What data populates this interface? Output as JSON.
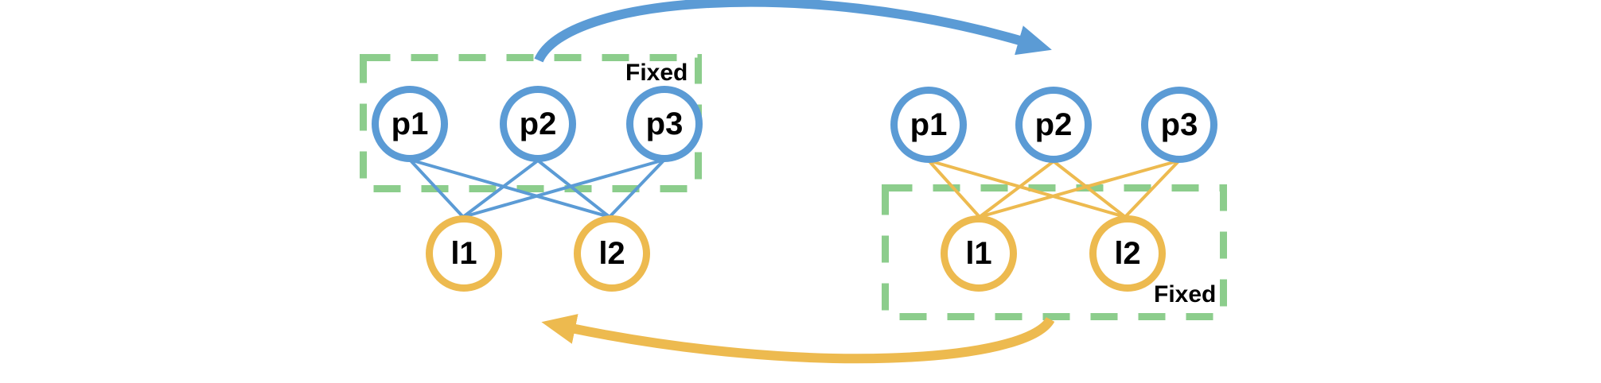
{
  "colors": {
    "node_blue": "#5B9BD5",
    "node_gold": "#EDBA4F",
    "box_green": "#8CCD8C",
    "label_text": "#000000",
    "background": "#FFFFFF"
  },
  "left_group": {
    "fixed_label": "Fixed",
    "p_nodes": [
      "p1",
      "p2",
      "p3"
    ],
    "l_nodes": [
      "l1",
      "l2"
    ]
  },
  "right_group": {
    "fixed_label": "Fixed",
    "p_nodes": [
      "p1",
      "p2",
      "p3"
    ],
    "l_nodes": [
      "l1",
      "l2"
    ]
  }
}
